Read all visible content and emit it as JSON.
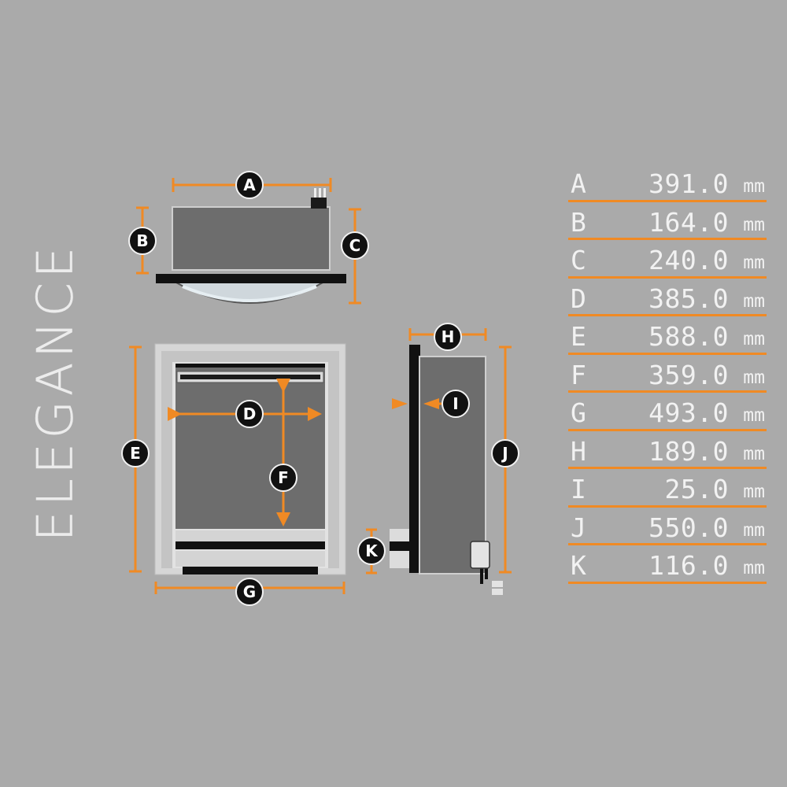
{
  "product_name": "ELEGANCE",
  "callouts": [
    "A",
    "B",
    "C",
    "D",
    "E",
    "F",
    "G",
    "H",
    "I",
    "J",
    "K"
  ],
  "dimensions": [
    {
      "letter": "A",
      "value": "391.0",
      "unit": "mm"
    },
    {
      "letter": "B",
      "value": "164.0",
      "unit": "mm"
    },
    {
      "letter": "C",
      "value": "240.0",
      "unit": "mm"
    },
    {
      "letter": "D",
      "value": "385.0",
      "unit": "mm"
    },
    {
      "letter": "E",
      "value": "588.0",
      "unit": "mm"
    },
    {
      "letter": "F",
      "value": "359.0",
      "unit": "mm"
    },
    {
      "letter": "G",
      "value": "493.0",
      "unit": "mm"
    },
    {
      "letter": "H",
      "value": "189.0",
      "unit": "mm"
    },
    {
      "letter": "I",
      "value": "25.0",
      "unit": "mm"
    },
    {
      "letter": "J",
      "value": "550.0",
      "unit": "mm"
    },
    {
      "letter": "K",
      "value": "116.0",
      "unit": "mm"
    }
  ],
  "colors": {
    "background": "#aaaaaa",
    "accent": "#f08a24",
    "text": "#f2f2f2",
    "body": "#6d6d6d",
    "frame": "#d9d9d9",
    "callout": "#111111"
  }
}
